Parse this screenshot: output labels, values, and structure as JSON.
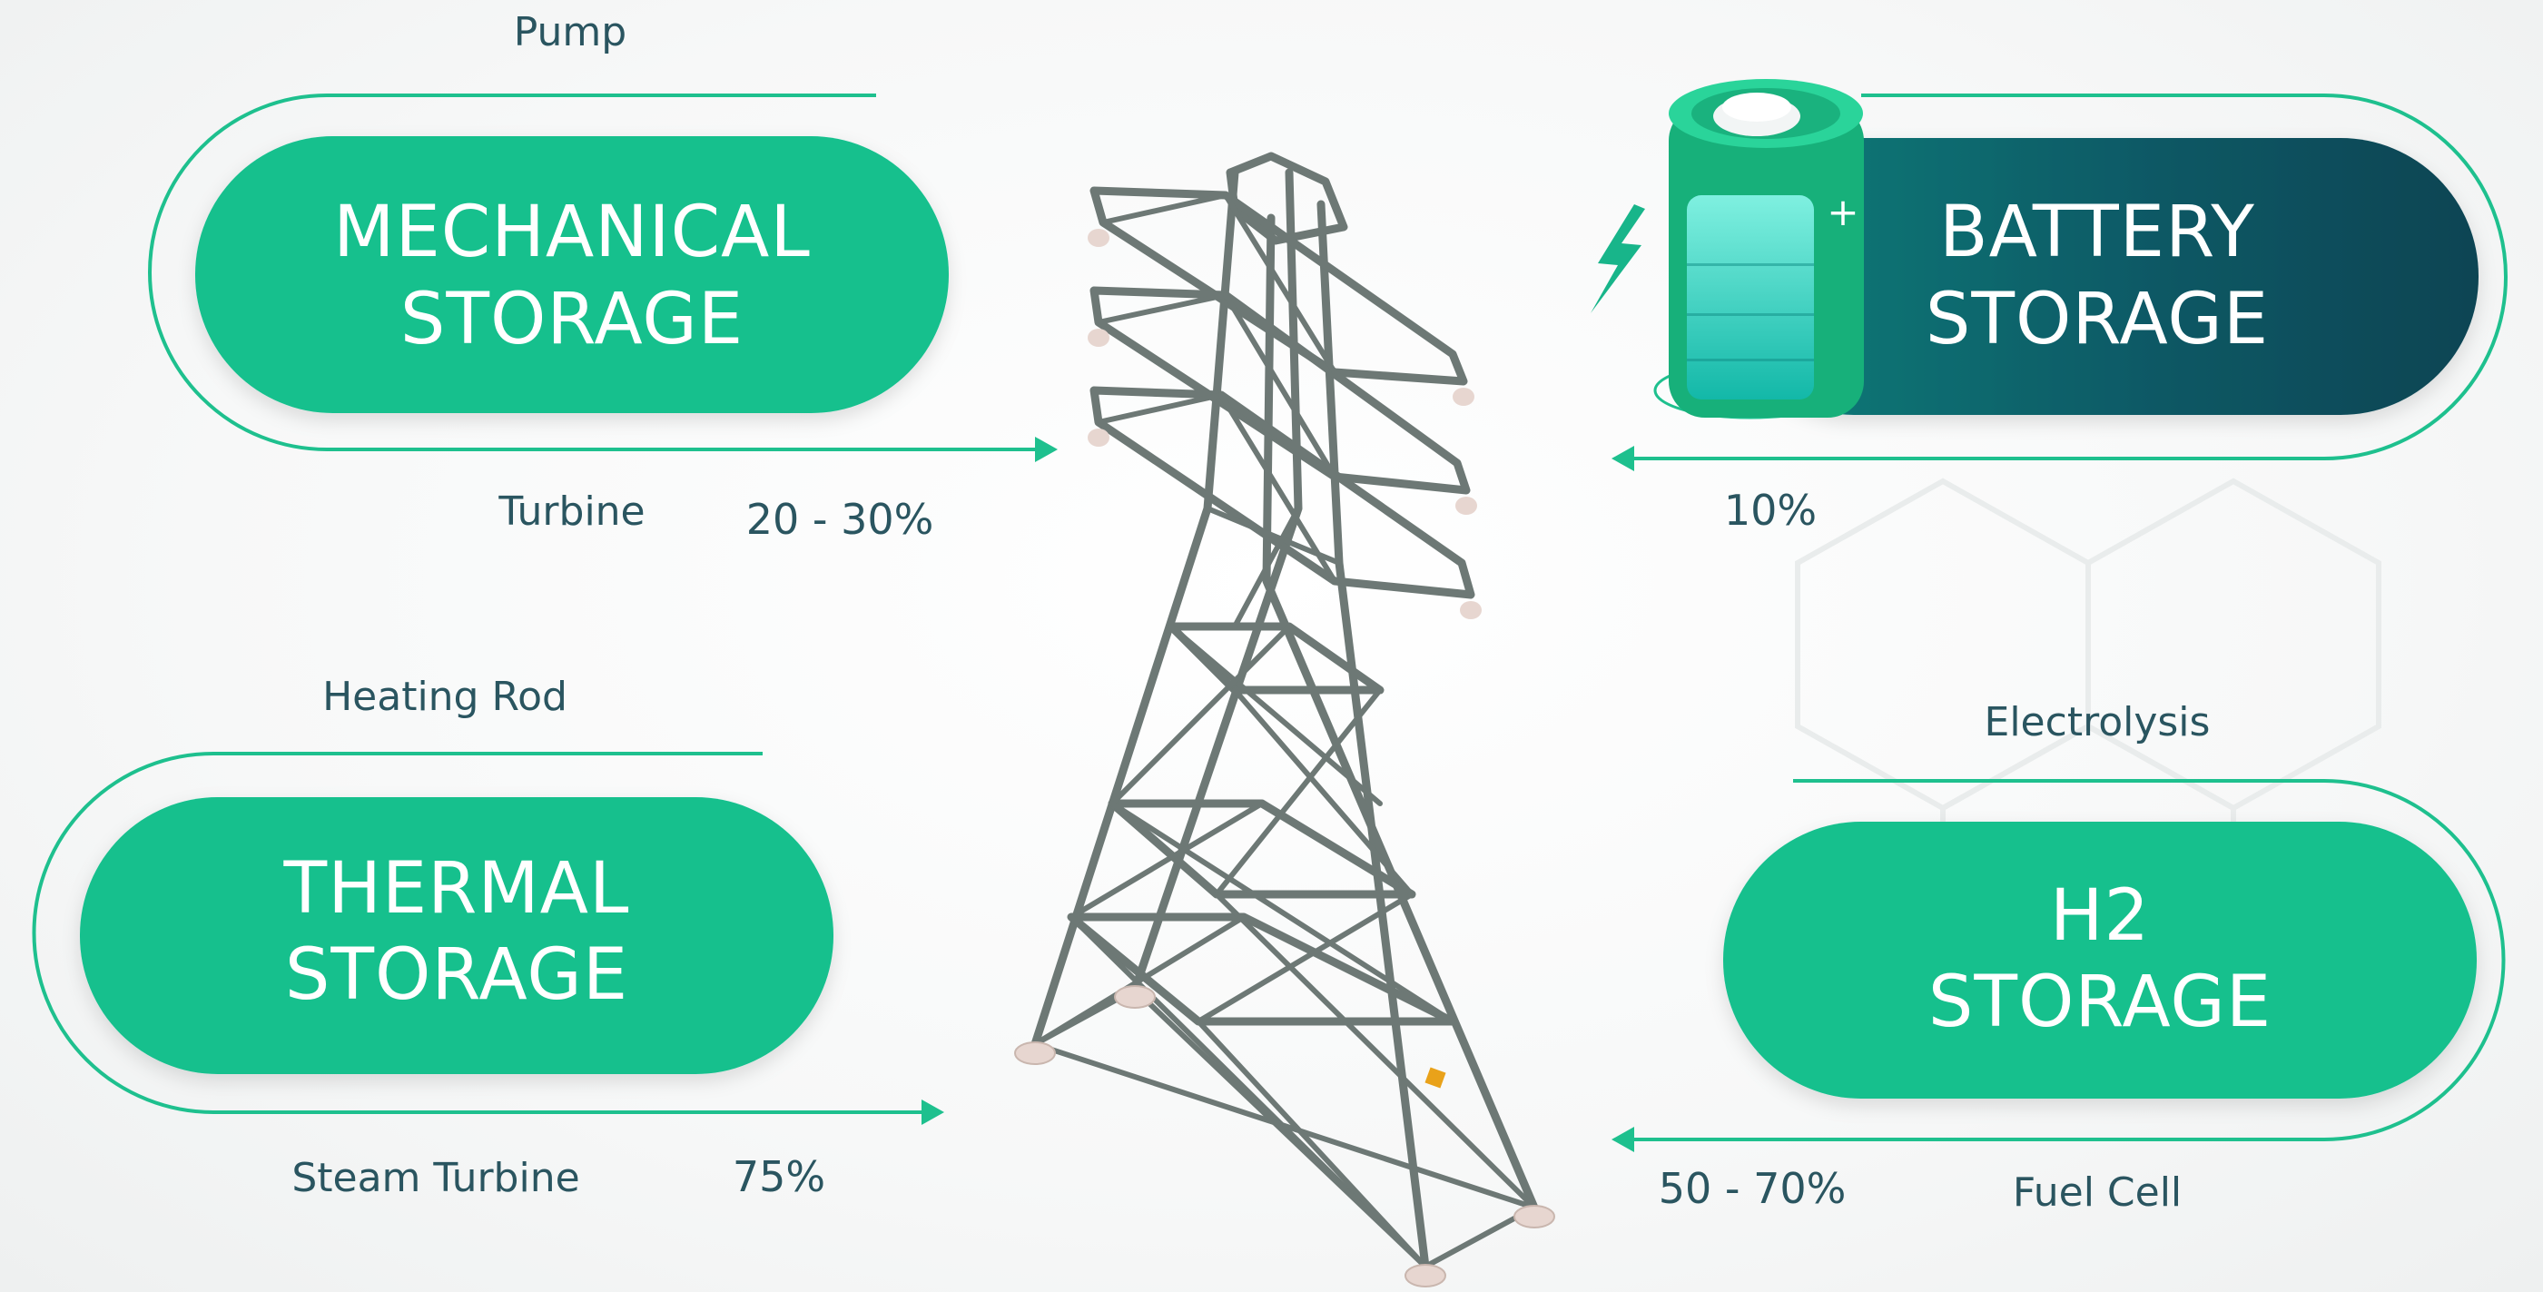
{
  "mechanical": {
    "line1": "MECHANICAL",
    "line2": "STORAGE",
    "input_label": "Pump",
    "output_label": "Turbine",
    "efficiency": "20 - 30%"
  },
  "battery": {
    "line1": "BATTERY",
    "line2": "STORAGE",
    "efficiency": "10%"
  },
  "thermal": {
    "line1": "THERMAL",
    "line2": "STORAGE",
    "input_label": "Heating Rod",
    "output_label": "Steam Turbine",
    "efficiency": "75%"
  },
  "h2": {
    "line1": "H2",
    "line2": "STORAGE",
    "input_label": "Electrolysis",
    "output_label": "Fuel Cell",
    "efficiency": "50 - 70%"
  },
  "colors": {
    "accent_green": "#1ec08e",
    "pill_green": "#12c08d",
    "battery_dark": "#0c4d5c",
    "text_teal": "#2a5560",
    "tower_gray": "#6d7875"
  },
  "icons": [
    "transmission-tower-icon",
    "battery-icon",
    "lightning-bolt-icon",
    "arrow-right-icon",
    "arrow-left-icon"
  ]
}
